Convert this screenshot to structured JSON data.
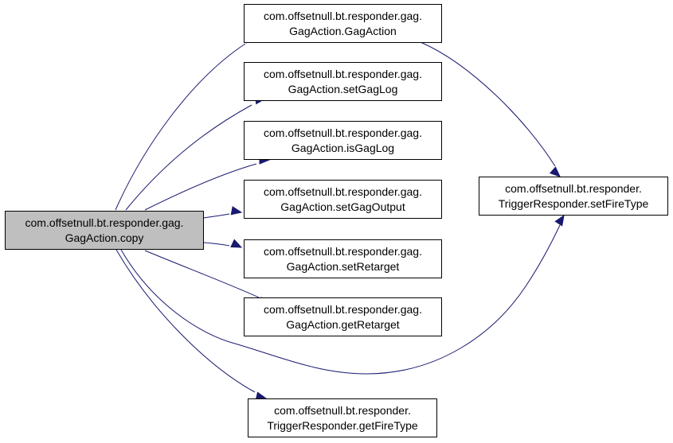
{
  "diagram": {
    "type": "call-graph",
    "colors": {
      "edge": "#191970",
      "focus_fill": "#bfbfbf",
      "node_fill": "#ffffff",
      "border": "#000000"
    },
    "nodes": [
      {
        "id": "copy",
        "line1": "com.offsetnull.bt.responder.gag.",
        "line2": "GagAction.copy",
        "focus": true
      },
      {
        "id": "gagaction",
        "line1": "com.offsetnull.bt.responder.gag.",
        "line2": "GagAction.GagAction"
      },
      {
        "id": "setgaglog",
        "line1": "com.offsetnull.bt.responder.gag.",
        "line2": "GagAction.setGagLog"
      },
      {
        "id": "isgaglog",
        "line1": "com.offsetnull.bt.responder.gag.",
        "line2": "GagAction.isGagLog"
      },
      {
        "id": "setgagoutput",
        "line1": "com.offsetnull.bt.responder.gag.",
        "line2": "GagAction.setGagOutput"
      },
      {
        "id": "setretarget",
        "line1": "com.offsetnull.bt.responder.gag.",
        "line2": "GagAction.setRetarget"
      },
      {
        "id": "getretarget",
        "line1": "com.offsetnull.bt.responder.gag.",
        "line2": "GagAction.getRetarget"
      },
      {
        "id": "getfiretype",
        "line1": "com.offsetnull.bt.responder.",
        "line2": "TriggerResponder.getFireType"
      },
      {
        "id": "setfiretype",
        "line1": "com.offsetnull.bt.responder.",
        "line2": "TriggerResponder.setFireType"
      }
    ],
    "edges": [
      {
        "from": "copy",
        "to": "gagaction"
      },
      {
        "from": "copy",
        "to": "setgaglog"
      },
      {
        "from": "copy",
        "to": "isgaglog"
      },
      {
        "from": "copy",
        "to": "setgagoutput"
      },
      {
        "from": "copy",
        "to": "setretarget"
      },
      {
        "from": "copy",
        "to": "getretarget"
      },
      {
        "from": "copy",
        "to": "getfiretype"
      },
      {
        "from": "copy",
        "to": "setfiretype"
      },
      {
        "from": "gagaction",
        "to": "setfiretype"
      }
    ]
  }
}
